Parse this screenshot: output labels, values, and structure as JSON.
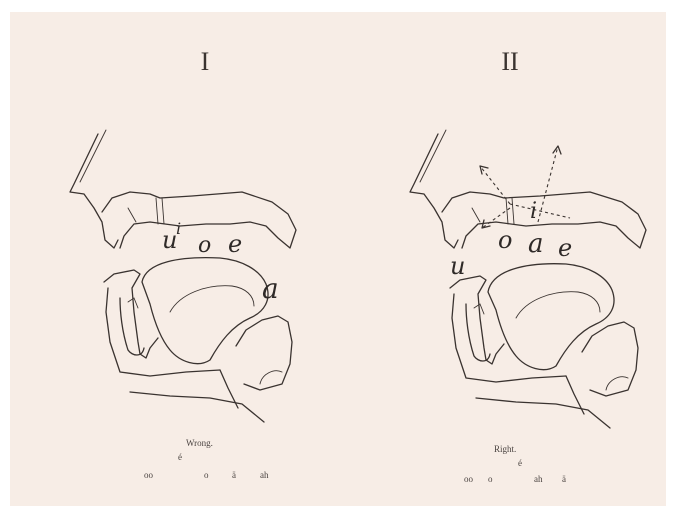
{
  "panels": [
    {
      "numeral": "I",
      "vowel_marks": [
        "u",
        "i",
        "o",
        "e",
        "a"
      ],
      "caption": "Wrong.",
      "sequence": [
        "oo",
        "é",
        "o",
        "ä",
        "ah"
      ]
    },
    {
      "numeral": "II",
      "vowel_marks": [
        "u",
        "o",
        "a",
        "e",
        "i"
      ],
      "caption": "Right.",
      "sequence": [
        "oo",
        "o",
        "é",
        "ah",
        "ä"
      ]
    }
  ]
}
